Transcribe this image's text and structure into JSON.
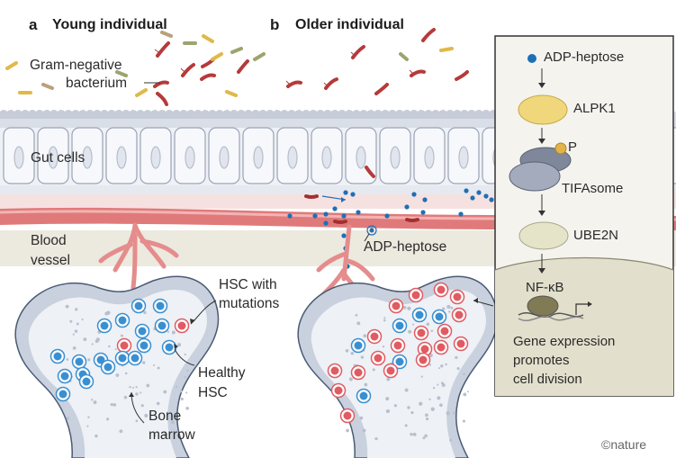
{
  "panels": [
    {
      "letter": "a",
      "title": "Young individual"
    },
    {
      "letter": "b",
      "title": "Older individual"
    }
  ],
  "labels": {
    "gram_negative_line1": "Gram-negative",
    "gram_negative_line2": "bacterium",
    "gut_cells": "Gut cells",
    "blood_line1": "Blood",
    "blood_line2": "vessel",
    "hsc_mut_line1": "HSC with",
    "hsc_mut_line2": "mutations",
    "healthy_line1": "Healthy",
    "healthy_line2": "HSC",
    "bone_line1": "Bone",
    "bone_line2": "marrow",
    "adp_heptose": "ADP-heptose"
  },
  "pathway": {
    "steps": [
      "ADP-heptose",
      "ALPK1",
      "P",
      "TIFAsome",
      "UBE2N",
      "NF-κB"
    ],
    "outcome": [
      "Gene expression",
      "promotes",
      "cell division"
    ]
  },
  "credit": "©nature",
  "colors": {
    "healthy_hsc": "#3a8fd1",
    "mutated_hsc": "#e05b62",
    "vessel": "#e88f8f",
    "bacterium": "#c0392b",
    "molecule": "#1f6fb5"
  }
}
